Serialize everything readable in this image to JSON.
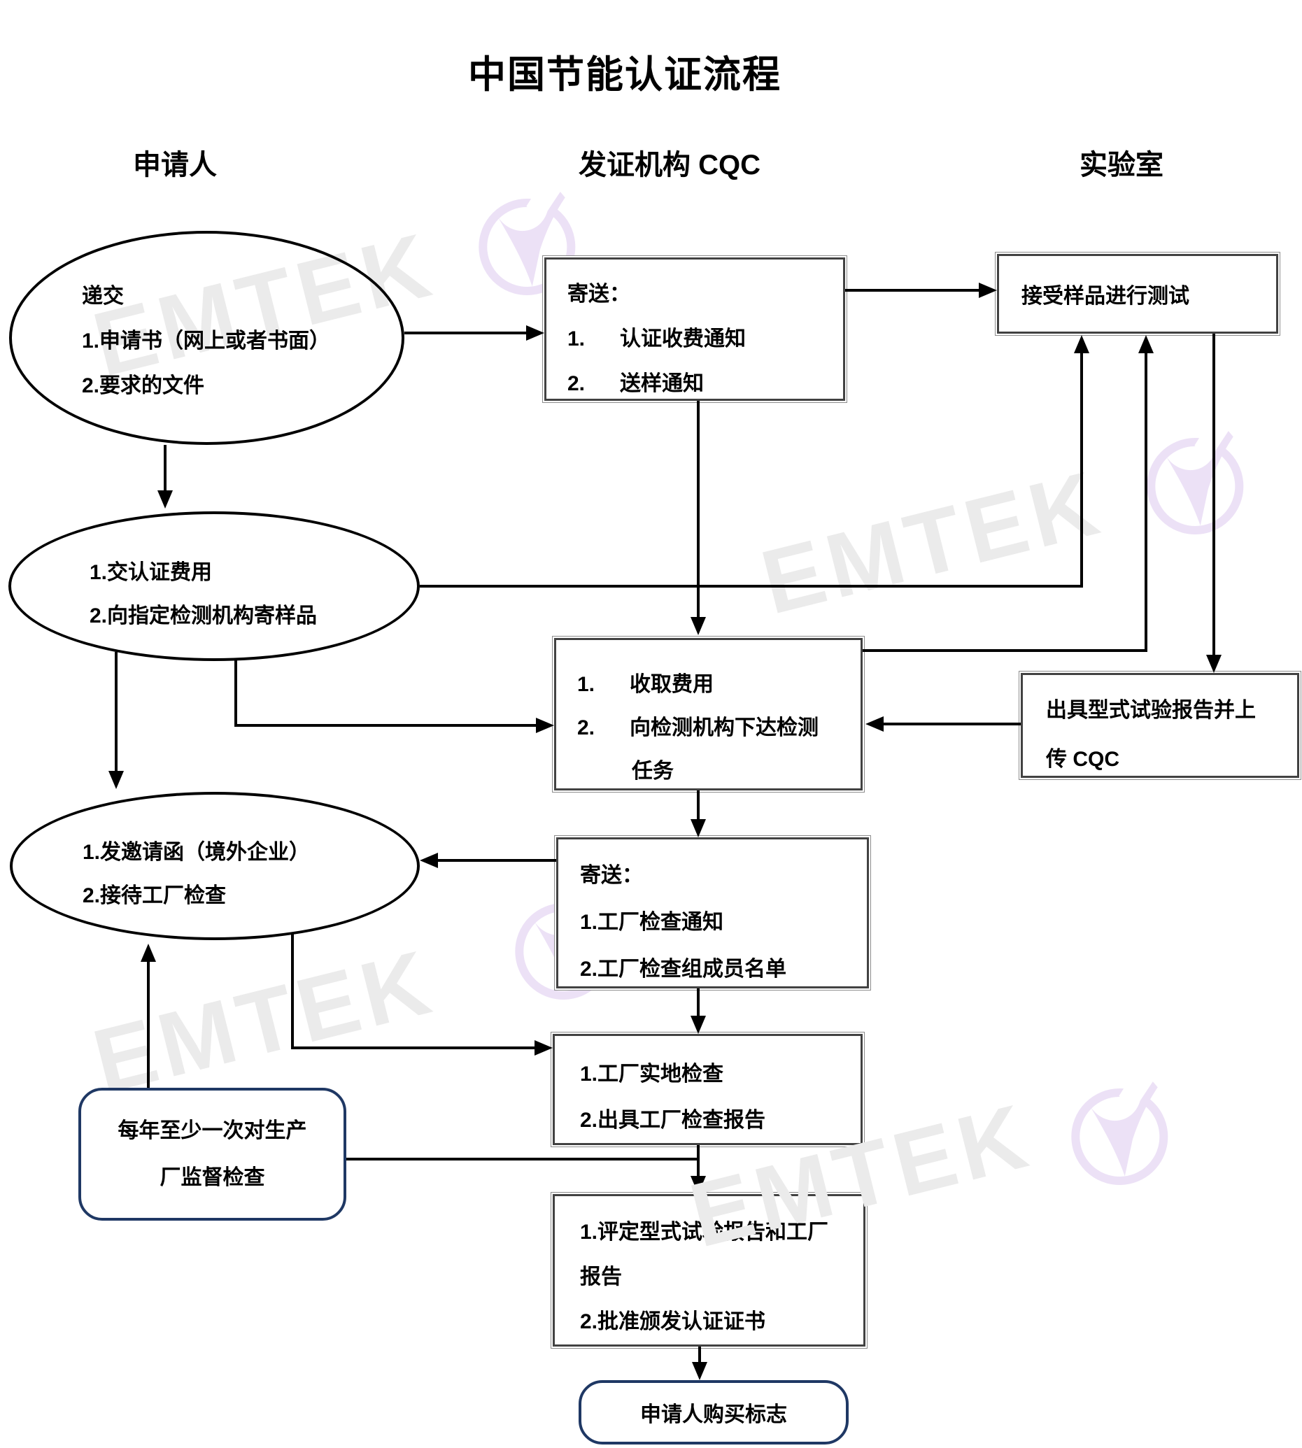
{
  "title": "中国节能认证流程",
  "columns": {
    "applicant": "申请人",
    "issuer": "发证机构 CQC",
    "lab": "实验室"
  },
  "nodes": {
    "submit": {
      "shape": "ellipse",
      "lines": [
        "递交",
        "1.申请书（网上或者书面）",
        "2.要求的文件"
      ]
    },
    "sendNotices": {
      "shape": "rect",
      "lines": [
        "寄送：",
        "1.      认证收费通知",
        "2.      送样通知"
      ]
    },
    "acceptSamples": {
      "shape": "rect",
      "lines": [
        "接受样品进行测试"
      ]
    },
    "payFees": {
      "shape": "ellipse",
      "lines": [
        "1.交认证费用",
        "2.向指定检测机构寄样品"
      ]
    },
    "collectFees": {
      "shape": "rect",
      "lines": [
        "1.      收取费用",
        "2.      向检测机构下达检测",
        "任务"
      ]
    },
    "issueReport": {
      "shape": "rect",
      "lines": [
        "出具型式试验报告并上",
        "传 CQC"
      ]
    },
    "invitation": {
      "shape": "ellipse",
      "lines": [
        "1.发邀请函（境外企业）",
        "2.接待工厂检查"
      ]
    },
    "factoryNotice": {
      "shape": "rect",
      "lines": [
        "寄送：",
        "1.工厂检查通知",
        "2.工厂检查组成员名单"
      ]
    },
    "factoryInspection": {
      "shape": "rect",
      "lines": [
        "1.工厂实地检查",
        "2.出具工厂检查报告"
      ]
    },
    "annualSupervision": {
      "shape": "rounded",
      "lines": [
        "每年至少一次对生产",
        "厂监督检查"
      ]
    },
    "evaluate": {
      "shape": "rect",
      "lines": [
        "1.评定型式试验报告和工厂",
        "报告",
        "2.批准颁发认证证书"
      ]
    },
    "purchaseMark": {
      "shape": "rounded",
      "lines": [
        "申请人购买标志"
      ]
    }
  },
  "edges": [
    {
      "from": "submit",
      "to": "sendNotices"
    },
    {
      "from": "sendNotices",
      "to": "acceptSamples"
    },
    {
      "from": "submit",
      "to": "payFees"
    },
    {
      "from": "sendNotices",
      "to": "collectFees"
    },
    {
      "from": "payFees",
      "to": "acceptSamples"
    },
    {
      "from": "collectFees",
      "to": "acceptSamples"
    },
    {
      "from": "acceptSamples",
      "to": "issueReport"
    },
    {
      "from": "issueReport",
      "to": "collectFees"
    },
    {
      "from": "payFees",
      "to": "collectFees"
    },
    {
      "from": "payFees",
      "to": "invitation"
    },
    {
      "from": "collectFees",
      "to": "factoryNotice"
    },
    {
      "from": "factoryNotice",
      "to": "invitation"
    },
    {
      "from": "factoryNotice",
      "to": "factoryInspection"
    },
    {
      "from": "invitation",
      "to": "factoryInspection"
    },
    {
      "from": "annualSupervision",
      "to": "invitation"
    },
    {
      "from": "annualSupervision",
      "to": "evaluate"
    },
    {
      "from": "factoryInspection",
      "to": "evaluate"
    },
    {
      "from": "evaluate",
      "to": "purchaseMark"
    }
  ],
  "watermark": {
    "text": "EMTEK",
    "text_color": "#ebebeb",
    "logo_color": "#ece1f6"
  },
  "colors": {
    "flow_line": "#000000",
    "box_border": "#424242",
    "box_border_outer": "#8c8c8c",
    "rounded_border": "#1f3864",
    "text": "#000000",
    "background": "#ffffff"
  }
}
